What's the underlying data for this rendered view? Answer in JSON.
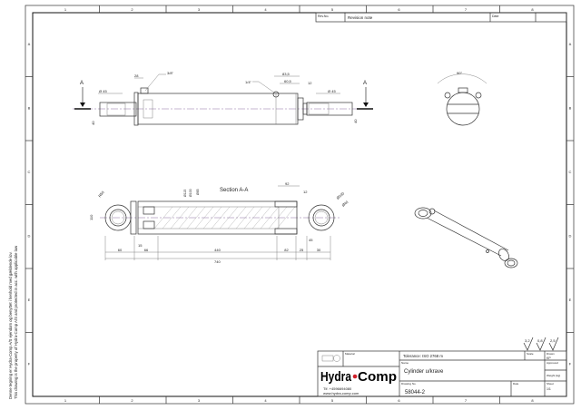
{
  "sheet": {
    "columns": [
      "1",
      "2",
      "3",
      "4",
      "5",
      "6",
      "7",
      "8"
    ],
    "rows": [
      "A",
      "B",
      "C",
      "D",
      "E",
      "F"
    ],
    "side_note_da": "Denne tegning er Hydra-Comp A/S ejendom og benyttet i henhold med gældende lov.",
    "side_note_en": "This drawing is the property of Hydra-Comp A/S and protected in acc. with applicable law"
  },
  "revision_block": {
    "rev_no_label": "Rev.No.",
    "note_label": "Revision note",
    "date_label": "Date"
  },
  "front_view": {
    "section_marker": "A",
    "dims": {
      "port_left": "3/8\"",
      "d28": "28",
      "port_right": "1/4\"",
      "d83_5": "83,5",
      "d60_5": "60,5",
      "d12": "12",
      "dia45_left": "Ø 45",
      "dia45_right": "Ø 45",
      "h40_left": "40",
      "h40_right": "40"
    }
  },
  "end_view": {
    "angle": "90°"
  },
  "section_view": {
    "title": "Section A-A",
    "dims": {
      "r50": "R50",
      "h110": "110",
      "dia115": "Ø115",
      "dia100": "Ø100",
      "dia65": "Ø65",
      "d92": "92",
      "d12": "12",
      "dia100_right": "Ø100",
      "dia40": "Ø40",
      "d45": "45",
      "d15": "15",
      "bottom": [
        "60",
        "66",
        "440",
        "82",
        "25",
        "30"
      ],
      "total": "740"
    }
  },
  "title_block": {
    "material_label": "Material",
    "tolerance": "Tolerance: ISO 2768 m",
    "scale_label": "Scale",
    "drawn_label": "Drawn",
    "drawn_value": "KP",
    "approved_label": "Approved",
    "weight_label": "Weight (kg)",
    "name_label": "Name",
    "name_value": "Cylinder u/krave",
    "drawing_no_label": "Drawing No.",
    "drawing_no_value": "58044-2",
    "date_label": "Date",
    "sheet_label": "Sheet",
    "sheet_value": "1/1",
    "company_part1": "Hydra",
    "company_part2": "Comp",
    "phone": "Tlf. +4596694080",
    "website": "www.hydra-comp.com",
    "surface_roughness": [
      "3,2",
      "0,8",
      "2,5"
    ],
    "brand_colors": {
      "text": "#000000",
      "dot": "#d0202a"
    }
  }
}
